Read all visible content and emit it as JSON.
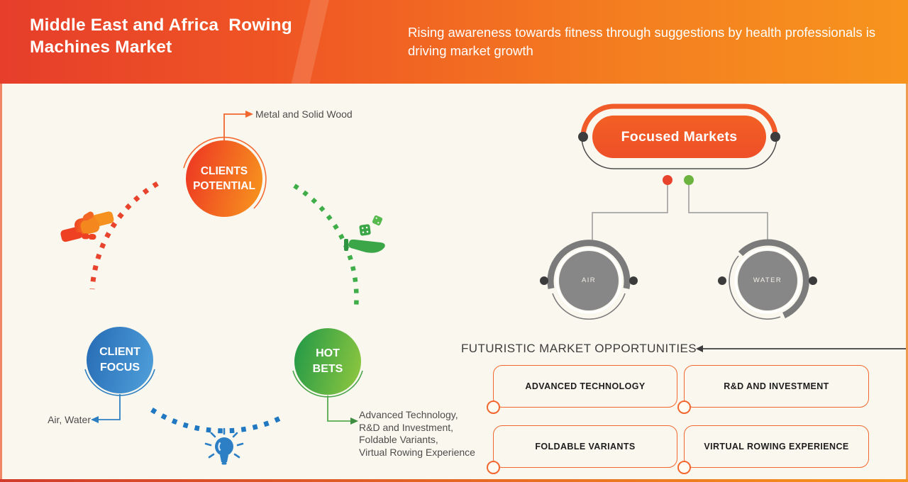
{
  "header": {
    "title": "Middle East and Africa  Rowing\nMachines Market",
    "subtitle": "Rising awareness towards fitness through suggestions by health professionals is driving market growth",
    "gradient_left": "#e63e2b",
    "gradient_right": "#f7941e"
  },
  "cycle": {
    "nodes": [
      {
        "id": "clients-potential",
        "label": "CLIENTS\nPOTENTIAL",
        "annotation": "Metal and Solid Wood",
        "color_start": "#ee3d23",
        "color_end": "#f7941e"
      },
      {
        "id": "client-focus",
        "label": "CLIENT\nFOCUS",
        "annotation": "Air, Water",
        "color_start": "#2a70b8",
        "color_end": "#4e9ed9"
      },
      {
        "id": "hot-bets",
        "label": "HOT\nBETS",
        "annotation": "Advanced Technology,\nR&D and Investment,\nFoldable Variants,\nVirtual Rowing Experience",
        "color_start": "#249a47",
        "color_end": "#8dc63f"
      }
    ],
    "icons": [
      {
        "name": "handshake-icon",
        "color": "#f26522"
      },
      {
        "name": "hand-dice-icon",
        "color": "#3aa648"
      },
      {
        "name": "lightbulb-icon",
        "color": "#2c7fc4"
      }
    ],
    "arc_colors": {
      "red": "#e8432c",
      "green": "#3fae49",
      "blue": "#1f78c1"
    }
  },
  "focused_markets": {
    "label": "Focused Markets",
    "pill_color": "#f15a29",
    "branch_dot_colors": [
      "#e8432c",
      "#6cb33f"
    ],
    "children": [
      {
        "label": "AIR"
      },
      {
        "label": "WATER"
      }
    ],
    "bubble_color": "#878787"
  },
  "opportunities": {
    "heading": "FUTURISTIC MARKET OPPORTUNITIES",
    "border_color": "#f2672f",
    "items": [
      "ADVANCED TECHNOLOGY",
      "R&D AND INVESTMENT",
      "FOLDABLE VARIANTS",
      "VIRTUAL ROWING EXPERIENCE"
    ]
  }
}
